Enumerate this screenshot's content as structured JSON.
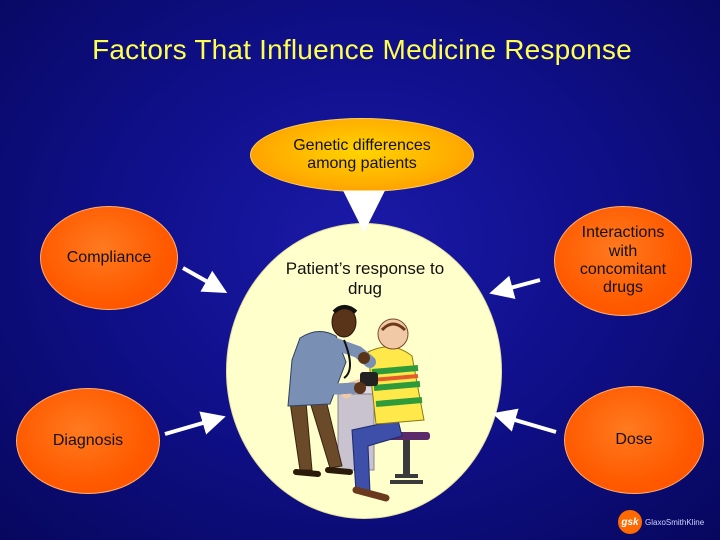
{
  "slide": {
    "title": "Factors That Influence Medicine Response"
  },
  "nodes": {
    "genetic": "Genetic differences among patients",
    "compliance": "Compliance",
    "interactions": "Interactions with concomitant drugs",
    "diagnosis": "Diagnosis",
    "dose": "Dose",
    "center": "Patient’s response to drug"
  },
  "colors": {
    "background": "#10108c",
    "title": "#ffff4d",
    "orange_node": "#ff5a00",
    "gold_node": "#ffb000",
    "center": "#ffffcc",
    "arrow": "#ffffff"
  },
  "logo": {
    "mark": "gsk",
    "text": "GlaxoSmithKline"
  }
}
